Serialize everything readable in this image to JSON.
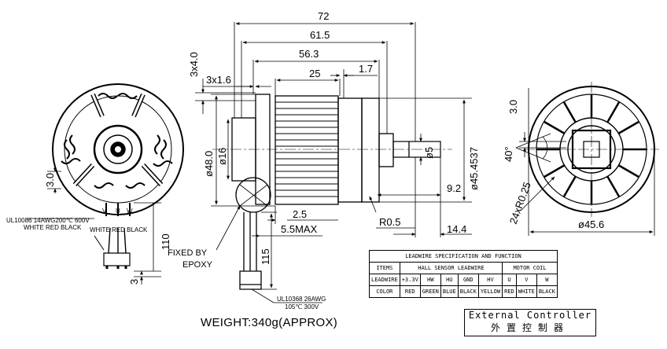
{
  "dimensions": {
    "overall_length": "72",
    "length_61_5": "61.5",
    "length_56_3": "56.3",
    "stator_length": "25",
    "end_gap": "1.7",
    "mount_holes": "3x4.0",
    "flange": "3x1.6",
    "body_dia": "ø48.0",
    "boss_dia": "ø16",
    "shaft_dia": "ø5",
    "rotor_dia": "ø45.4537",
    "shaft_ext": "9.2",
    "step": "2.5",
    "max_len": "5.5MAX",
    "radius": "R0.5",
    "shaft_len": "14.4",
    "left_3_0": "3.0",
    "lead_110": "110",
    "lead_115": "115",
    "lead_3": "3",
    "slot_3_0": "3.0",
    "angle": "40°",
    "slot_radius": "24xR0.25",
    "stator_dia": "ø45.6"
  },
  "labels": {
    "ul_hall_line1": "UL10086 14AWG200℃ 600V",
    "ul_hall_line2": "WHITE RED BLACK",
    "phase_v": "V",
    "phase_u": "U",
    "phase_w": "W",
    "wire_colors": "WHITE RED BLACK",
    "fixed_by": "FIXED BY",
    "epoxy": "EPOXY",
    "ul_coil_line1": "UL10368 26AWG",
    "ul_coil_line2": "105℃ 300V"
  },
  "table": {
    "title": "LEADWIRE SPECIFICATION AND FUNCTION",
    "header": [
      "ITEMS",
      "HALL SENSOR LEADWIRE",
      "MOTOR COIL"
    ],
    "leadwire_label": "LEADWIRE",
    "leadwire": [
      "+3.3V",
      "HW",
      "HU",
      "GND",
      "HV",
      "U",
      "V",
      "W"
    ],
    "color_label": "COLOR",
    "color": [
      "RED",
      "GREEN",
      "BLUE",
      "BLACK",
      "YELLOW",
      "RED",
      "WHITE",
      "BLACK"
    ]
  },
  "weight": "WEIGHT:340g(APPROX)",
  "controller": {
    "en": "External Controller",
    "zh": "外置控制器"
  }
}
